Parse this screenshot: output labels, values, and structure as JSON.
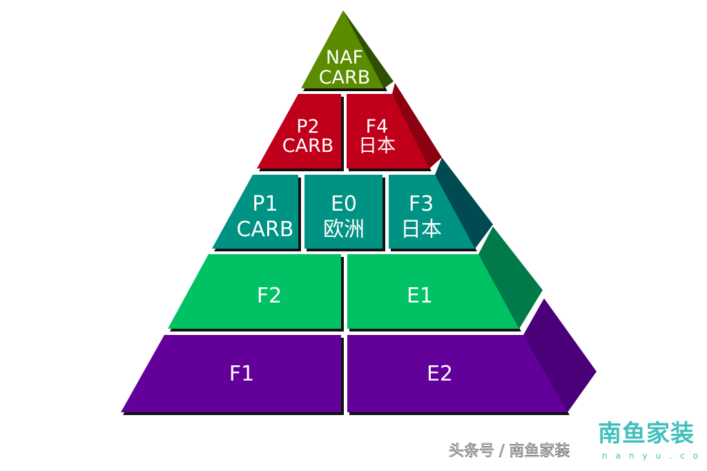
{
  "colors": {
    "tier1": "#5b8c00",
    "tier1_side": "#2e5000",
    "tier2": "#c0001a",
    "tier2_side": "#8c0012",
    "tier3": "#009282",
    "tier3_side": "#004a52",
    "tier4": "#00c264",
    "tier4_side": "#007a48",
    "tier5": "#63009a",
    "tier5_side": "#4a0078"
  },
  "pyramid": {
    "tier1": [
      {
        "line1": "NAF",
        "line2": "CARB"
      }
    ],
    "tier2": [
      {
        "line1": "P2",
        "line2": "CARB"
      },
      {
        "line1": "F4",
        "line2": "日本"
      }
    ],
    "tier3": [
      {
        "line1": "P1",
        "line2": "CARB"
      },
      {
        "line1": "E0",
        "line2": "欧洲"
      },
      {
        "line1": "F3",
        "line2": "日本"
      }
    ],
    "tier4": [
      {
        "line1": "F2"
      },
      {
        "line1": "E1"
      }
    ],
    "tier5": [
      {
        "line1": "F1"
      },
      {
        "line1": "E2"
      }
    ]
  },
  "watermark": {
    "logo": "南鱼家装",
    "logo_sub": "nanyu.com",
    "text": "头条号 / 南鱼家装"
  }
}
